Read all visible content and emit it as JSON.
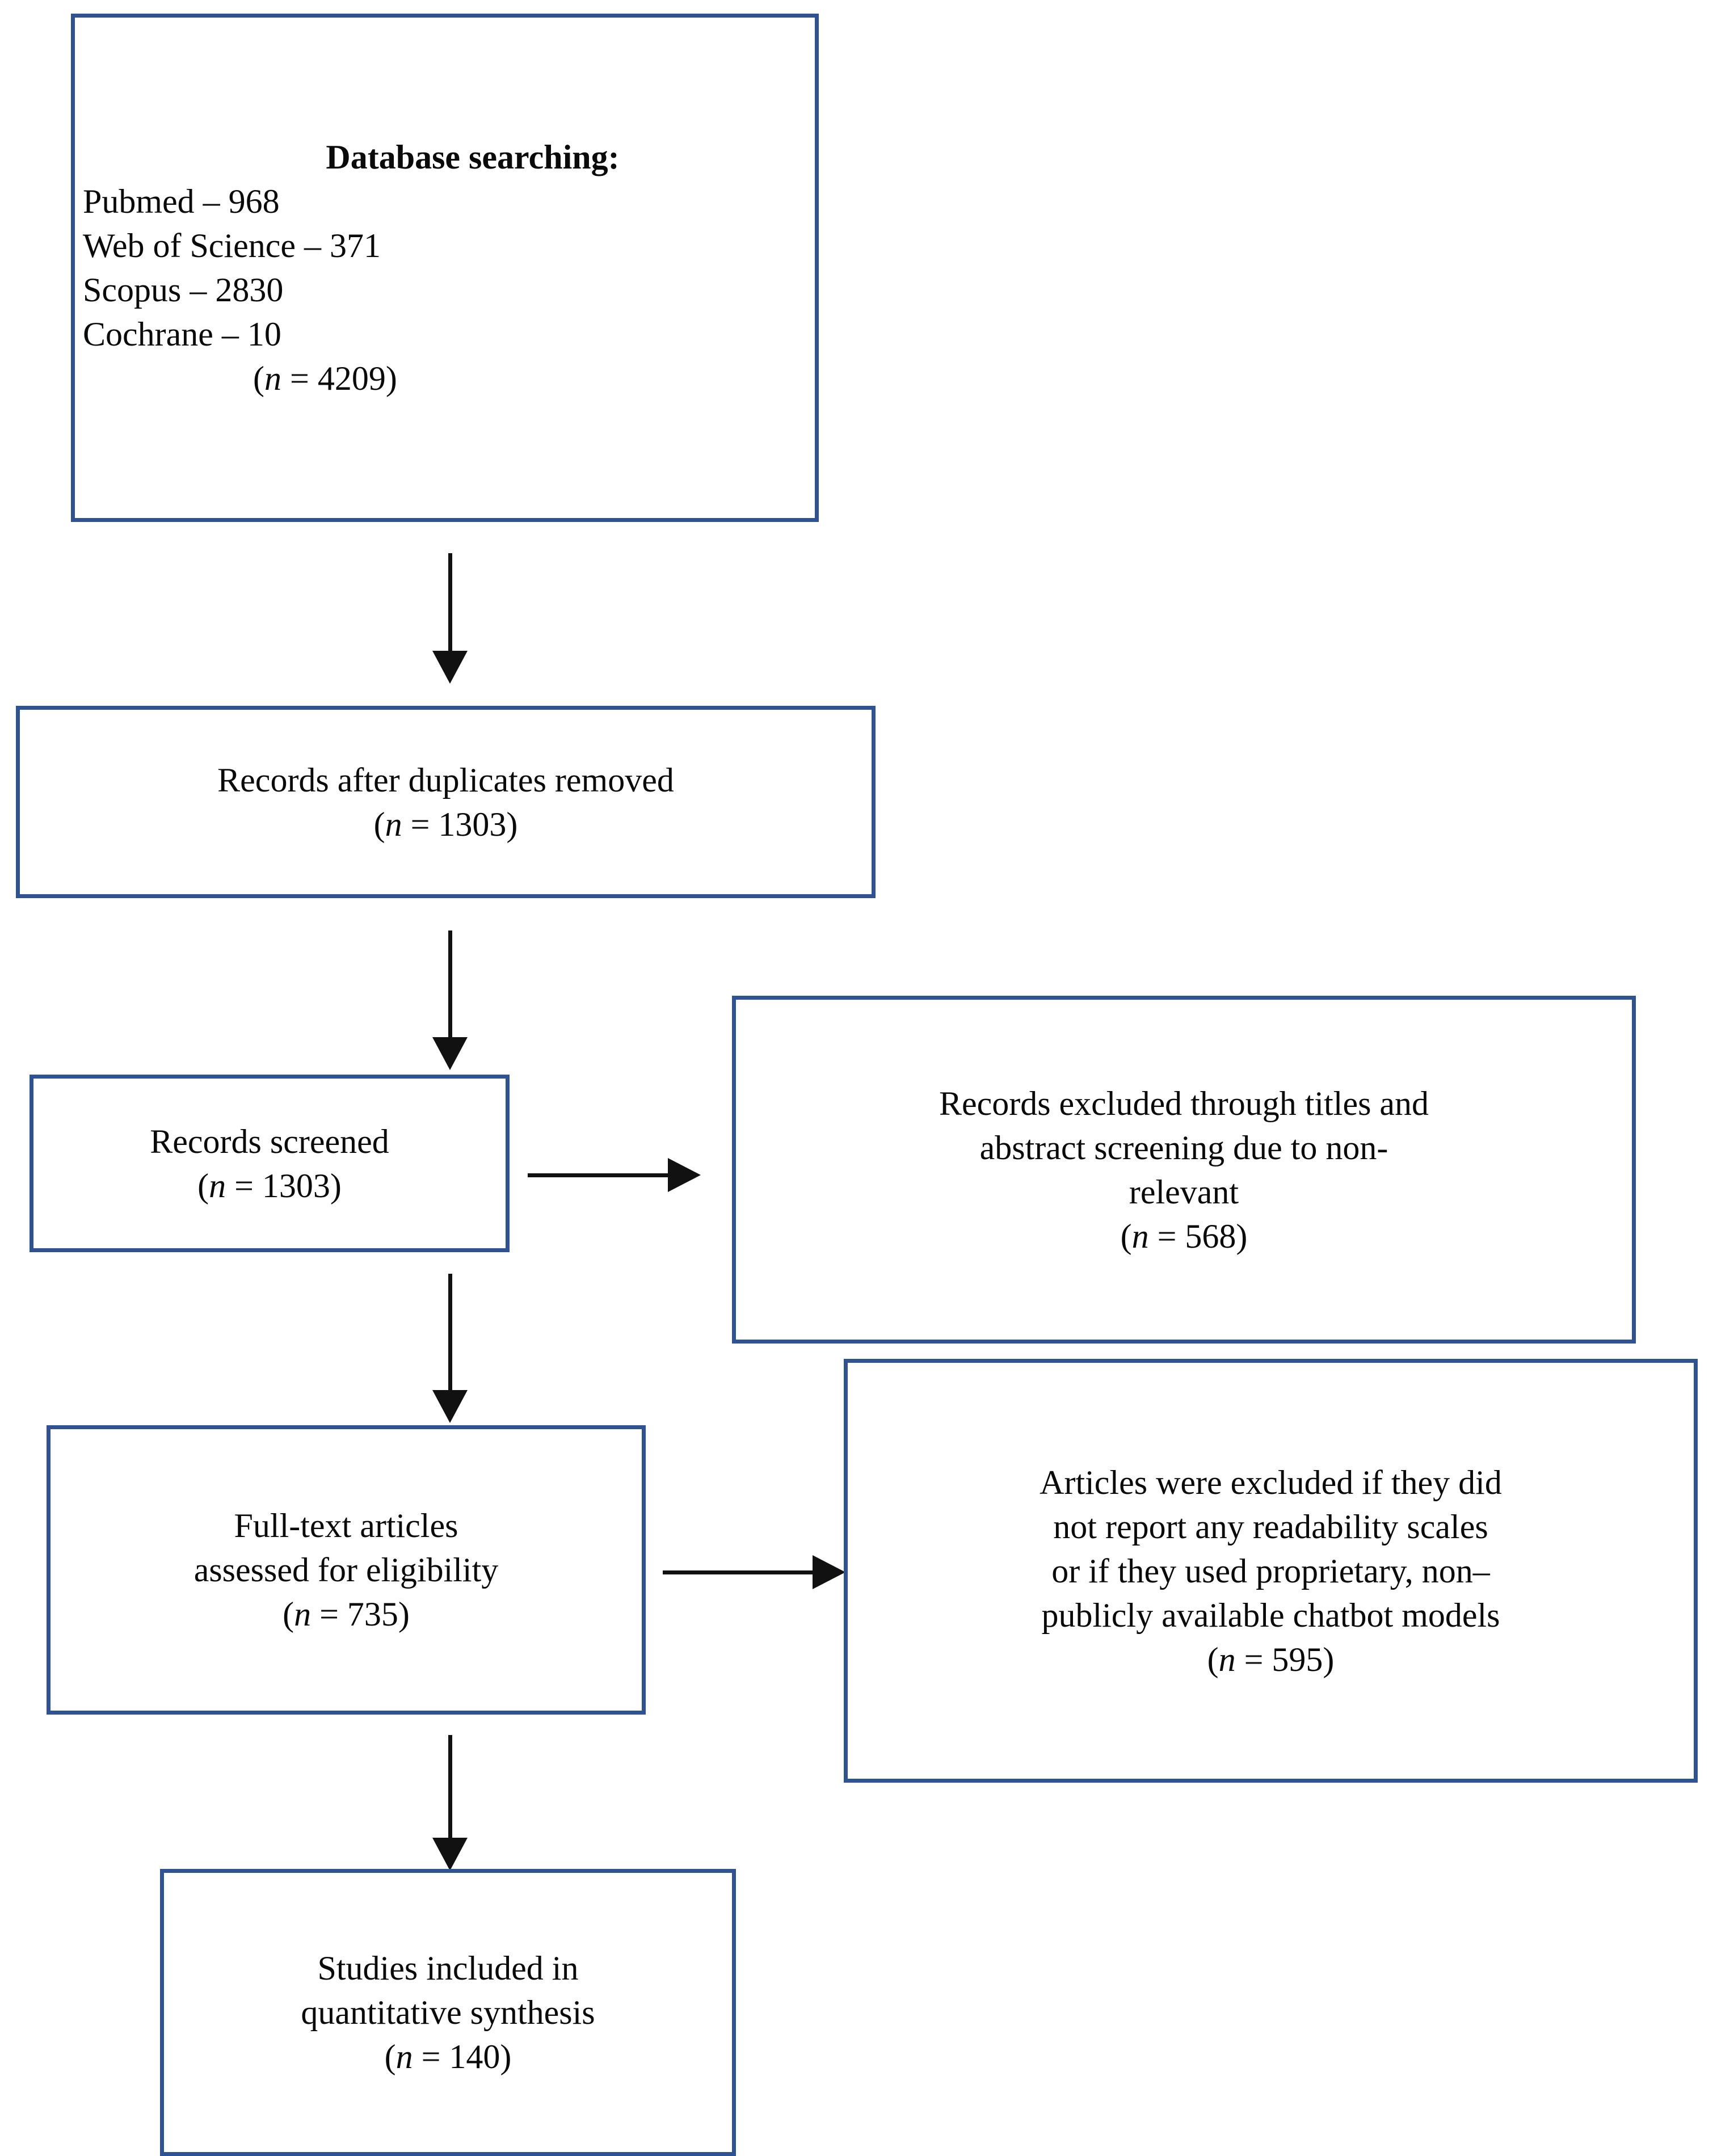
{
  "diagram": {
    "title": "PRISMA study selection flow diagram",
    "accent_color": "#2f5293",
    "arrow_color": "#111111",
    "background_color": "#ffffff"
  },
  "boxes": {
    "database_searching": {
      "heading": "Database searching:",
      "sources": [
        "Pubmed – 968",
        "Web of Science – 371",
        "Scopus – 2830",
        "Cochrane – 10"
      ],
      "n_prefix": "(",
      "n_symbol": "n",
      "n_equals": " = ",
      "n_value": "4209",
      "n_suffix": ")",
      "n_label": "(n = 4209)"
    },
    "duplicates_removed": {
      "line1": "Records after duplicates removed",
      "n_label": "(n = 1303)",
      "n_symbol": "n",
      "n_value": "1303"
    },
    "records_screened": {
      "line1": "Records screened",
      "n_label": "(n = 1303)",
      "n_symbol": "n",
      "n_value": "1303"
    },
    "records_excluded": {
      "line1": "Records excluded through titles and",
      "line2": "abstract screening due to non-",
      "line3": "relevant",
      "n_label": "(n = 568)",
      "n_symbol": "n",
      "n_value": "568"
    },
    "fulltext_assessed": {
      "line1": "Full-text articles",
      "line2": "assessed for eligibility",
      "n_label": "(n = 735)",
      "n_symbol": "n",
      "n_value": "735"
    },
    "articles_excluded": {
      "line1": "Articles were excluded if they did",
      "line2": "not report any readability scales",
      "line3": "or if they used proprietary, non–",
      "line4": "publicly available chatbot models",
      "n_label": "(n = 595)",
      "n_symbol": "n",
      "n_value": "595"
    },
    "studies_included": {
      "line1": "Studies included in",
      "line2": "quantitative synthesis",
      "n_label": "(n = 140)",
      "n_symbol": "n",
      "n_value": "140"
    }
  },
  "arrows": [
    {
      "name": "database-to-duplicates",
      "direction": "down"
    },
    {
      "name": "duplicates-to-screened",
      "direction": "down"
    },
    {
      "name": "screened-to-excluded",
      "direction": "right"
    },
    {
      "name": "screened-to-fulltext",
      "direction": "down"
    },
    {
      "name": "fulltext-to-articles-excluded",
      "direction": "right"
    },
    {
      "name": "fulltext-to-included",
      "direction": "down"
    }
  ]
}
